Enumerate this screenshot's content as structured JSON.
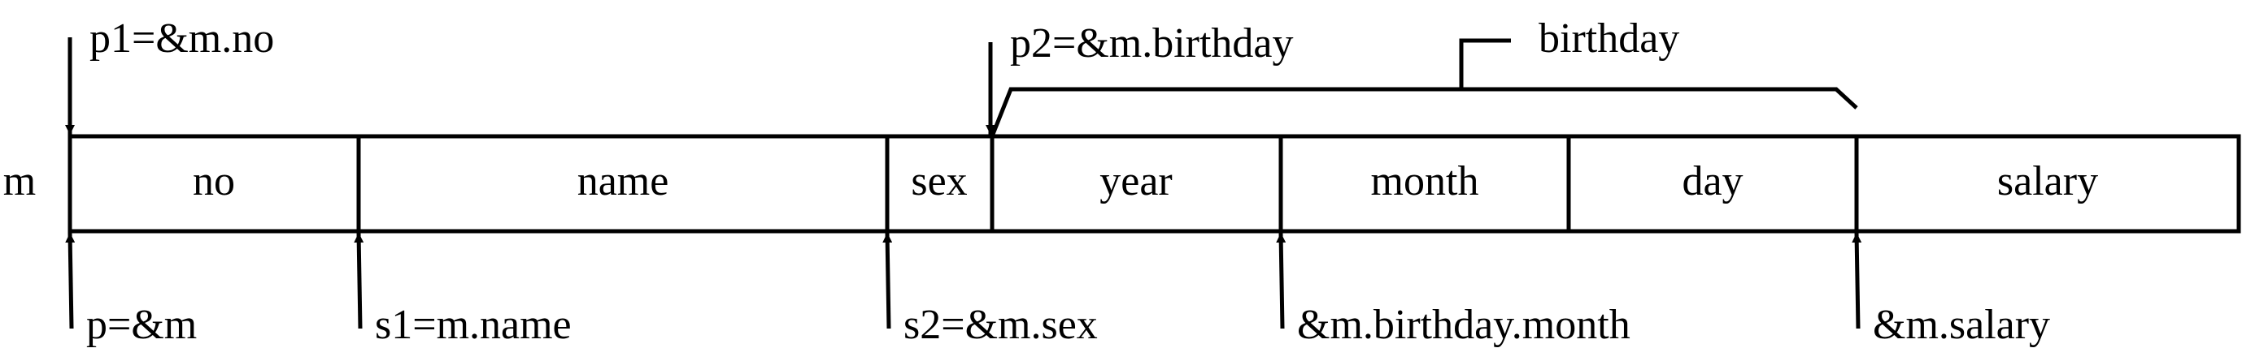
{
  "struct_label": "m",
  "cells": [
    "no",
    "name",
    "sex",
    "year",
    "month",
    "day",
    "salary"
  ],
  "brace_label": "birthday",
  "top_pointers": [
    "p1=&m.no",
    "p2=&m.birthday"
  ],
  "bottom_pointers": [
    "p=&m",
    "s1=m.name",
    "s2=&m.sex",
    "&m.birthday.month",
    "&m.salary"
  ],
  "colors": {
    "ink": "#000000",
    "background": "#ffffff"
  }
}
